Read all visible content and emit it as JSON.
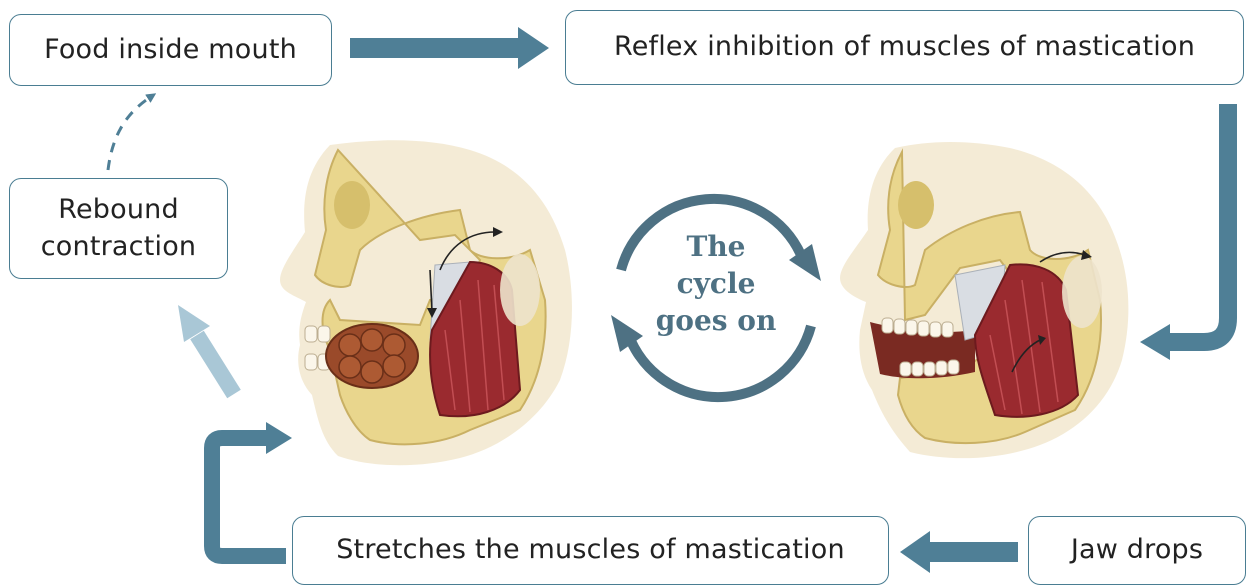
{
  "boxes": {
    "food": "Food inside mouth",
    "reflex": "Reflex inhibition of muscles of mastication",
    "rebound_line1": "Rebound",
    "rebound_line2": "contraction",
    "stretch": "Stretches the muscles of mastication",
    "jaw": "Jaw drops"
  },
  "cycle": {
    "line1": "The",
    "line2": "cycle",
    "line3": "goes on"
  },
  "colors": {
    "arrow": "#4f7f96",
    "arrow_light": "#a9c7d6",
    "box_border": "#4a7d92",
    "bone": "#e9d58a",
    "muscle": "#9a2a2f",
    "food": "#9a4a2a",
    "tendon": "#d9dde3"
  },
  "illustrations": {
    "left": "head-closed-jaw-with-food",
    "right": "head-open-jaw"
  }
}
